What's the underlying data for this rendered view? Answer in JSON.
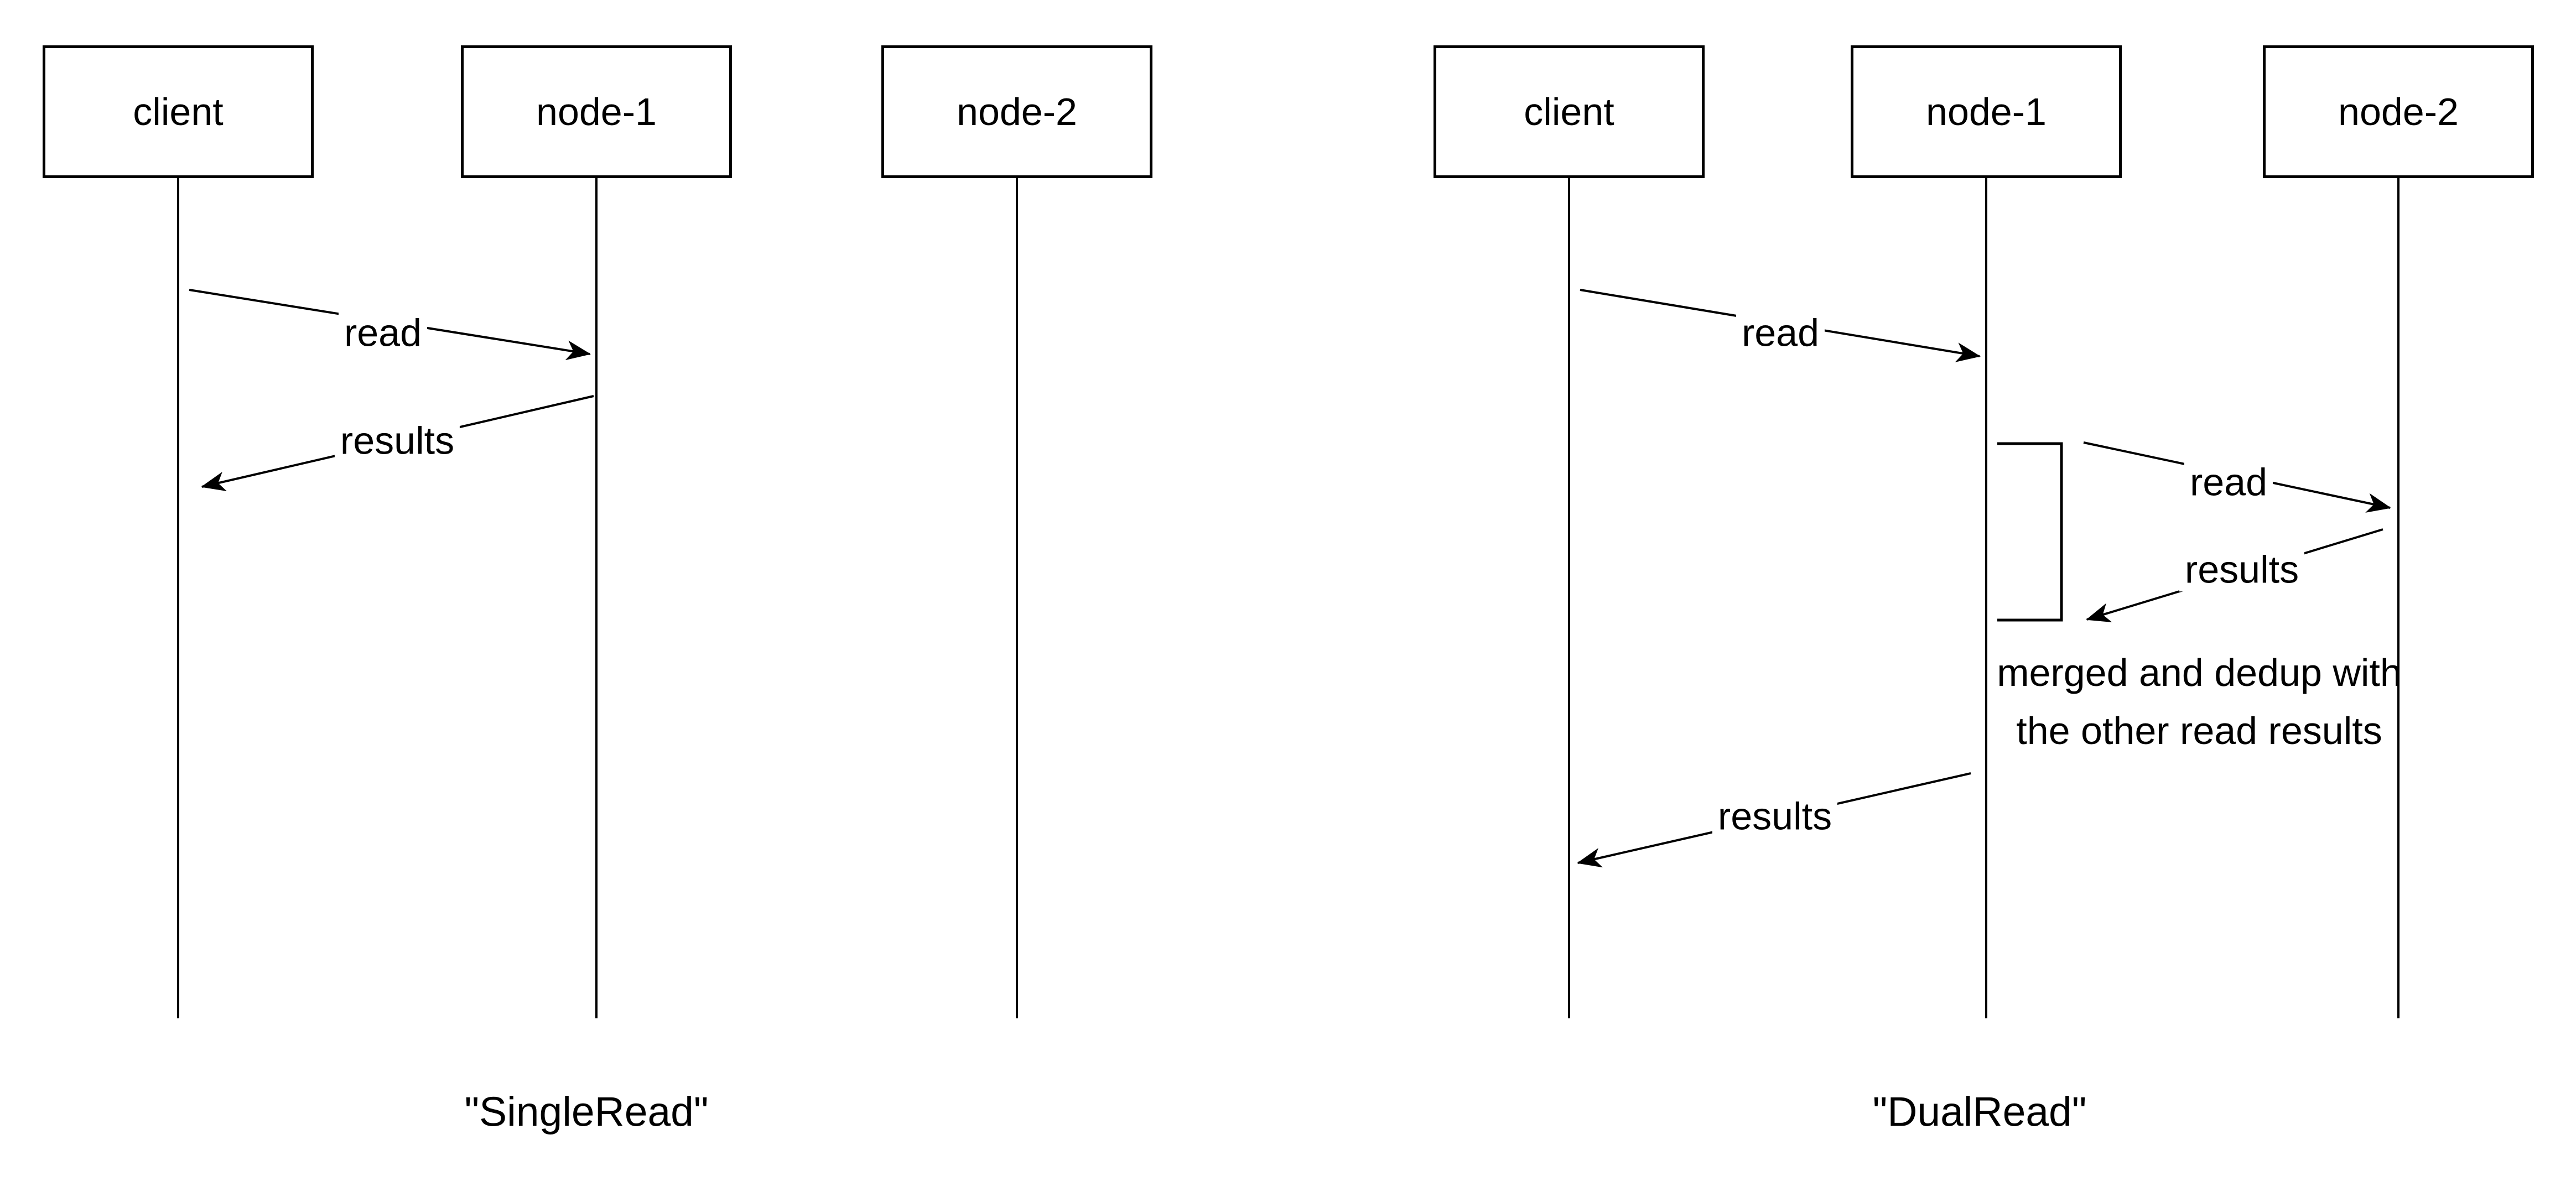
{
  "colors": {
    "background": "#ffffff",
    "stroke": "#000000",
    "text": "#000000"
  },
  "diagrams": [
    {
      "id": "single-read",
      "caption": "\"SingleRead\"",
      "actors": [
        {
          "label": "client"
        },
        {
          "label": "node-1"
        },
        {
          "label": "node-2"
        }
      ],
      "messages": [
        {
          "label": "read",
          "from": "client",
          "to": "node-1"
        },
        {
          "label": "results",
          "from": "node-1",
          "to": "client"
        }
      ]
    },
    {
      "id": "dual-read",
      "caption": "\"DualRead\"",
      "actors": [
        {
          "label": "client"
        },
        {
          "label": "node-1"
        },
        {
          "label": "node-2"
        }
      ],
      "messages": [
        {
          "label": "read",
          "from": "client",
          "to": "node-1"
        },
        {
          "label": "read",
          "from": "node-1",
          "to": "node-2"
        },
        {
          "label": "results",
          "from": "node-2",
          "to": "node-1"
        },
        {
          "label": "results",
          "from": "node-1",
          "to": "client"
        }
      ],
      "annotation_lines": [
        "merged and dedup with",
        "the other read results"
      ]
    }
  ]
}
